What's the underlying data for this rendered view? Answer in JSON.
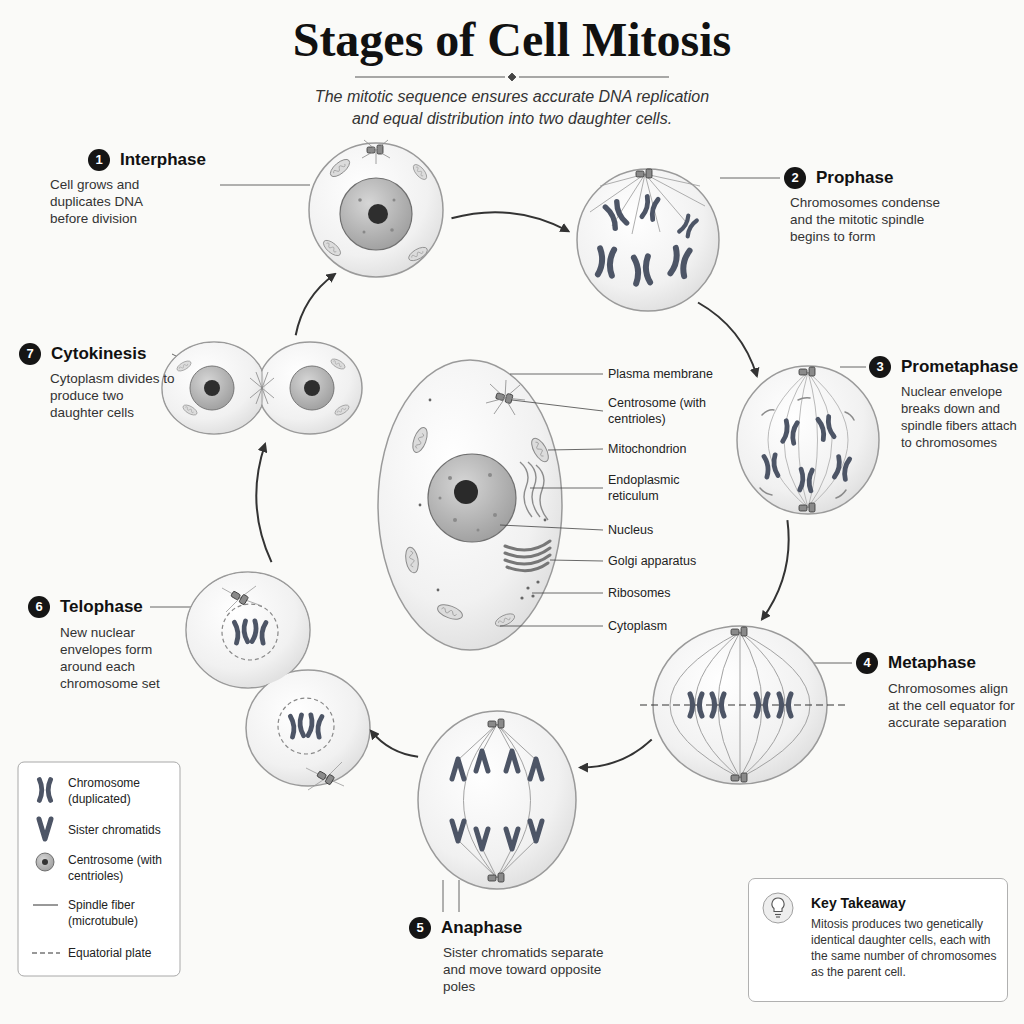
{
  "diagram": {
    "title": "Stages of Cell Mitosis",
    "caption": "The mitotic sequence ensures accurate DNA replication and equal distribution into two daughter cells.",
    "nodes": [
      {
        "text": [
          "1",
          "Interphase",
          "Cell grows and duplicates DNA before division"
        ]
      },
      {
        "text": [
          "2",
          "Prophase",
          "Chromosomes condense and the mitotic spindle begins to form"
        ]
      },
      {
        "text": [
          "3",
          "Prometaphase",
          "Nuclear envelope breaks down and spindle fibers attach to chromosomes"
        ]
      },
      {
        "text": [
          "4",
          "Metaphase",
          "Chromosomes align at the cell equator for accurate separation"
        ]
      },
      {
        "text": [
          "5",
          "Anaphase",
          "Sister chromatids separate and move toward opposite poles"
        ]
      },
      {
        "text": [
          "6",
          "Telophase",
          "New nuclear envelopes form around each chromosome set"
        ]
      },
      {
        "text": [
          "7",
          "Cytokinesis",
          "Cytoplasm divides to produce two daughter cells"
        ]
      },
      {
        "text": [
          "Key Takeaway",
          "Mitosis produces two genetically identical daughter cells, each with the same number of chromosomes as the parent cell."
        ]
      }
    ],
    "edges": [
      {
        "from": 0,
        "to": 1,
        "arrow": "to"
      },
      {
        "from": 1,
        "to": 2,
        "arrow": "to"
      },
      {
        "from": 2,
        "to": 3,
        "arrow": "to"
      },
      {
        "from": 3,
        "to": 4,
        "arrow": "to"
      },
      {
        "from": 4,
        "to": 5,
        "arrow": "to"
      },
      {
        "from": 5,
        "to": 6,
        "arrow": "to"
      },
      {
        "from": 6,
        "to": 0,
        "arrow": "to"
      }
    ],
    "labels": [
      "Plasma membrane",
      "Centrosome (with centrioles)",
      "Mitochondrion",
      "Endoplasmic reticulum",
      "Nucleus",
      "Golgi apparatus",
      "Ribosomes",
      "Cytoplasm"
    ],
    "legend": [
      {
        "text": "Chromosome (duplicated)"
      },
      {
        "text": "Sister chromatids"
      },
      {
        "text": "Centrosome (with centrioles)"
      },
      {
        "text": "Spindle fiber (microtubule)"
      },
      {
        "text": "Equatorial plate"
      }
    ]
  }
}
